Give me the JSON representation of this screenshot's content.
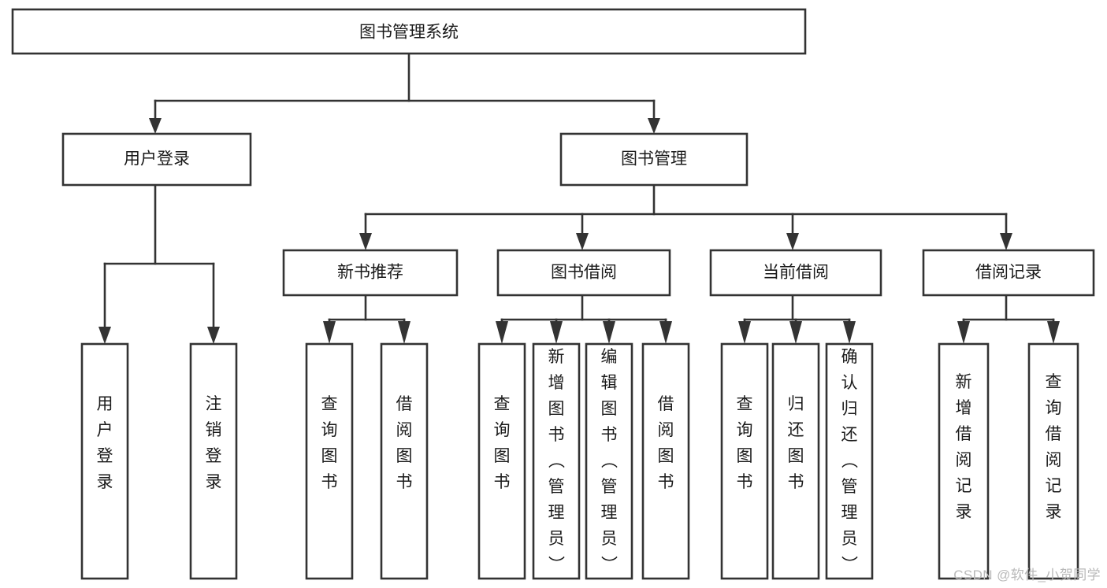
{
  "diagram": {
    "type": "tree",
    "title": "图书管理系统",
    "orientation": "top-down",
    "background_color": "#ffffff",
    "line_color": "#333333",
    "text_color": "#1a1a1a",
    "root": {
      "id": "root",
      "label": "图书管理系统",
      "text_direction": "horizontal"
    },
    "level2": [
      {
        "id": "user-login",
        "label": "用户登录",
        "text_direction": "horizontal"
      },
      {
        "id": "book-management",
        "label": "图书管理",
        "text_direction": "horizontal"
      }
    ],
    "level3": [
      {
        "id": "new-book-recommend",
        "label": "新书推荐",
        "text_direction": "horizontal",
        "parent": "book-management"
      },
      {
        "id": "book-borrow",
        "label": "图书借阅",
        "text_direction": "horizontal",
        "parent": "book-management"
      },
      {
        "id": "current-borrow",
        "label": "当前借阅",
        "text_direction": "horizontal",
        "parent": "book-management"
      },
      {
        "id": "borrow-record",
        "label": "借阅记录",
        "text_direction": "horizontal",
        "parent": "book-management"
      }
    ],
    "leaves": {
      "user-login": [
        {
          "id": "leaf-user-login",
          "label": "用户登录",
          "text_direction": "vertical"
        },
        {
          "id": "leaf-logout",
          "label": "注销登录",
          "text_direction": "vertical"
        }
      ],
      "new-book-recommend": [
        {
          "id": "leaf-query-book-1",
          "label": "查询图书",
          "text_direction": "vertical"
        },
        {
          "id": "leaf-borrow-book-1",
          "label": "借阅图书",
          "text_direction": "vertical"
        }
      ],
      "book-borrow": [
        {
          "id": "leaf-query-book-2",
          "label": "查询图书",
          "text_direction": "vertical"
        },
        {
          "id": "leaf-add-book",
          "label": "新增图书（管理员）",
          "text_direction": "vertical"
        },
        {
          "id": "leaf-edit-book",
          "label": "编辑图书（管理员）",
          "text_direction": "vertical"
        },
        {
          "id": "leaf-borrow-book-2",
          "label": "借阅图书",
          "text_direction": "vertical"
        }
      ],
      "current-borrow": [
        {
          "id": "leaf-query-book-3",
          "label": "查询图书",
          "text_direction": "vertical"
        },
        {
          "id": "leaf-return-book",
          "label": "归还图书",
          "text_direction": "vertical"
        },
        {
          "id": "leaf-confirm-return",
          "label": "确认归还（管理员）",
          "text_direction": "vertical"
        }
      ],
      "borrow-record": [
        {
          "id": "leaf-add-record",
          "label": "新增借阅记录",
          "text_direction": "vertical"
        },
        {
          "id": "leaf-query-record",
          "label": "查询借阅记录",
          "text_direction": "vertical"
        }
      ]
    }
  },
  "watermark": {
    "text": "CSDN @软件_小贺同学"
  }
}
